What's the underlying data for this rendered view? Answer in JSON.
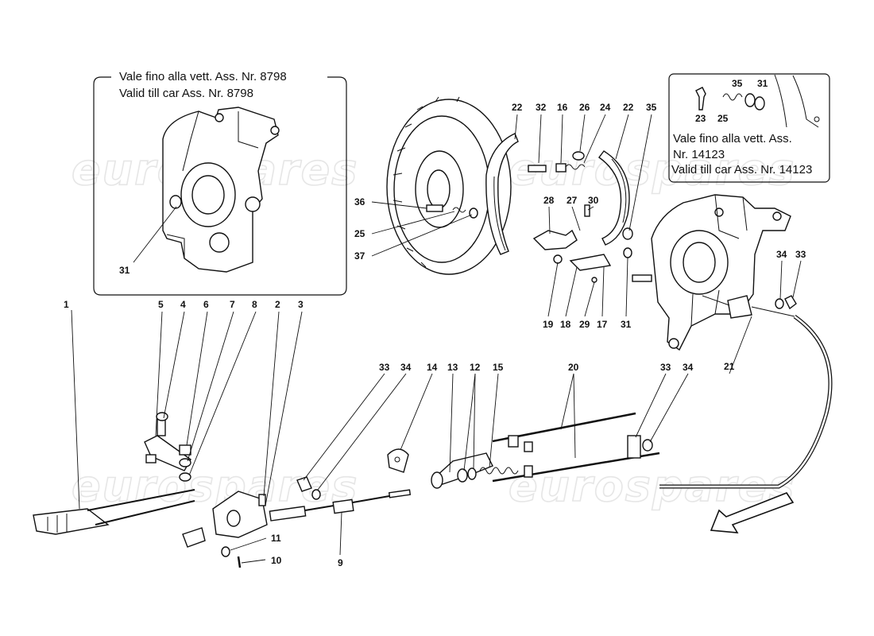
{
  "watermark": "eurospares",
  "inset_left": {
    "line1": "Vale fino alla vett. Ass. Nr. 8798",
    "line2": "Valid till car Ass. Nr. 8798",
    "callout": "31"
  },
  "inset_right": {
    "line1": "Vale fino alla vett. Ass.",
    "line2": "Nr. 14123",
    "line3": "Valid till car Ass. Nr. 14123",
    "callouts": [
      "35",
      "31",
      "23",
      "25"
    ]
  },
  "callouts": {
    "brake_top": [
      "22",
      "32",
      "16",
      "26",
      "24",
      "22",
      "35"
    ],
    "brake_left": [
      "36",
      "25",
      "37"
    ],
    "brake_mid": [
      "28",
      "27",
      "30"
    ],
    "brake_bottom": [
      "19",
      "18",
      "29",
      "17",
      "31"
    ],
    "hub_right": [
      "34",
      "33",
      "21"
    ],
    "lever_top": [
      "1",
      "5",
      "4",
      "6",
      "7",
      "8",
      "2",
      "3"
    ],
    "lever_bottom": [
      "11",
      "10",
      "9"
    ],
    "cable_top": [
      "33",
      "34",
      "14",
      "13",
      "12",
      "15",
      "20",
      "33",
      "34"
    ]
  }
}
